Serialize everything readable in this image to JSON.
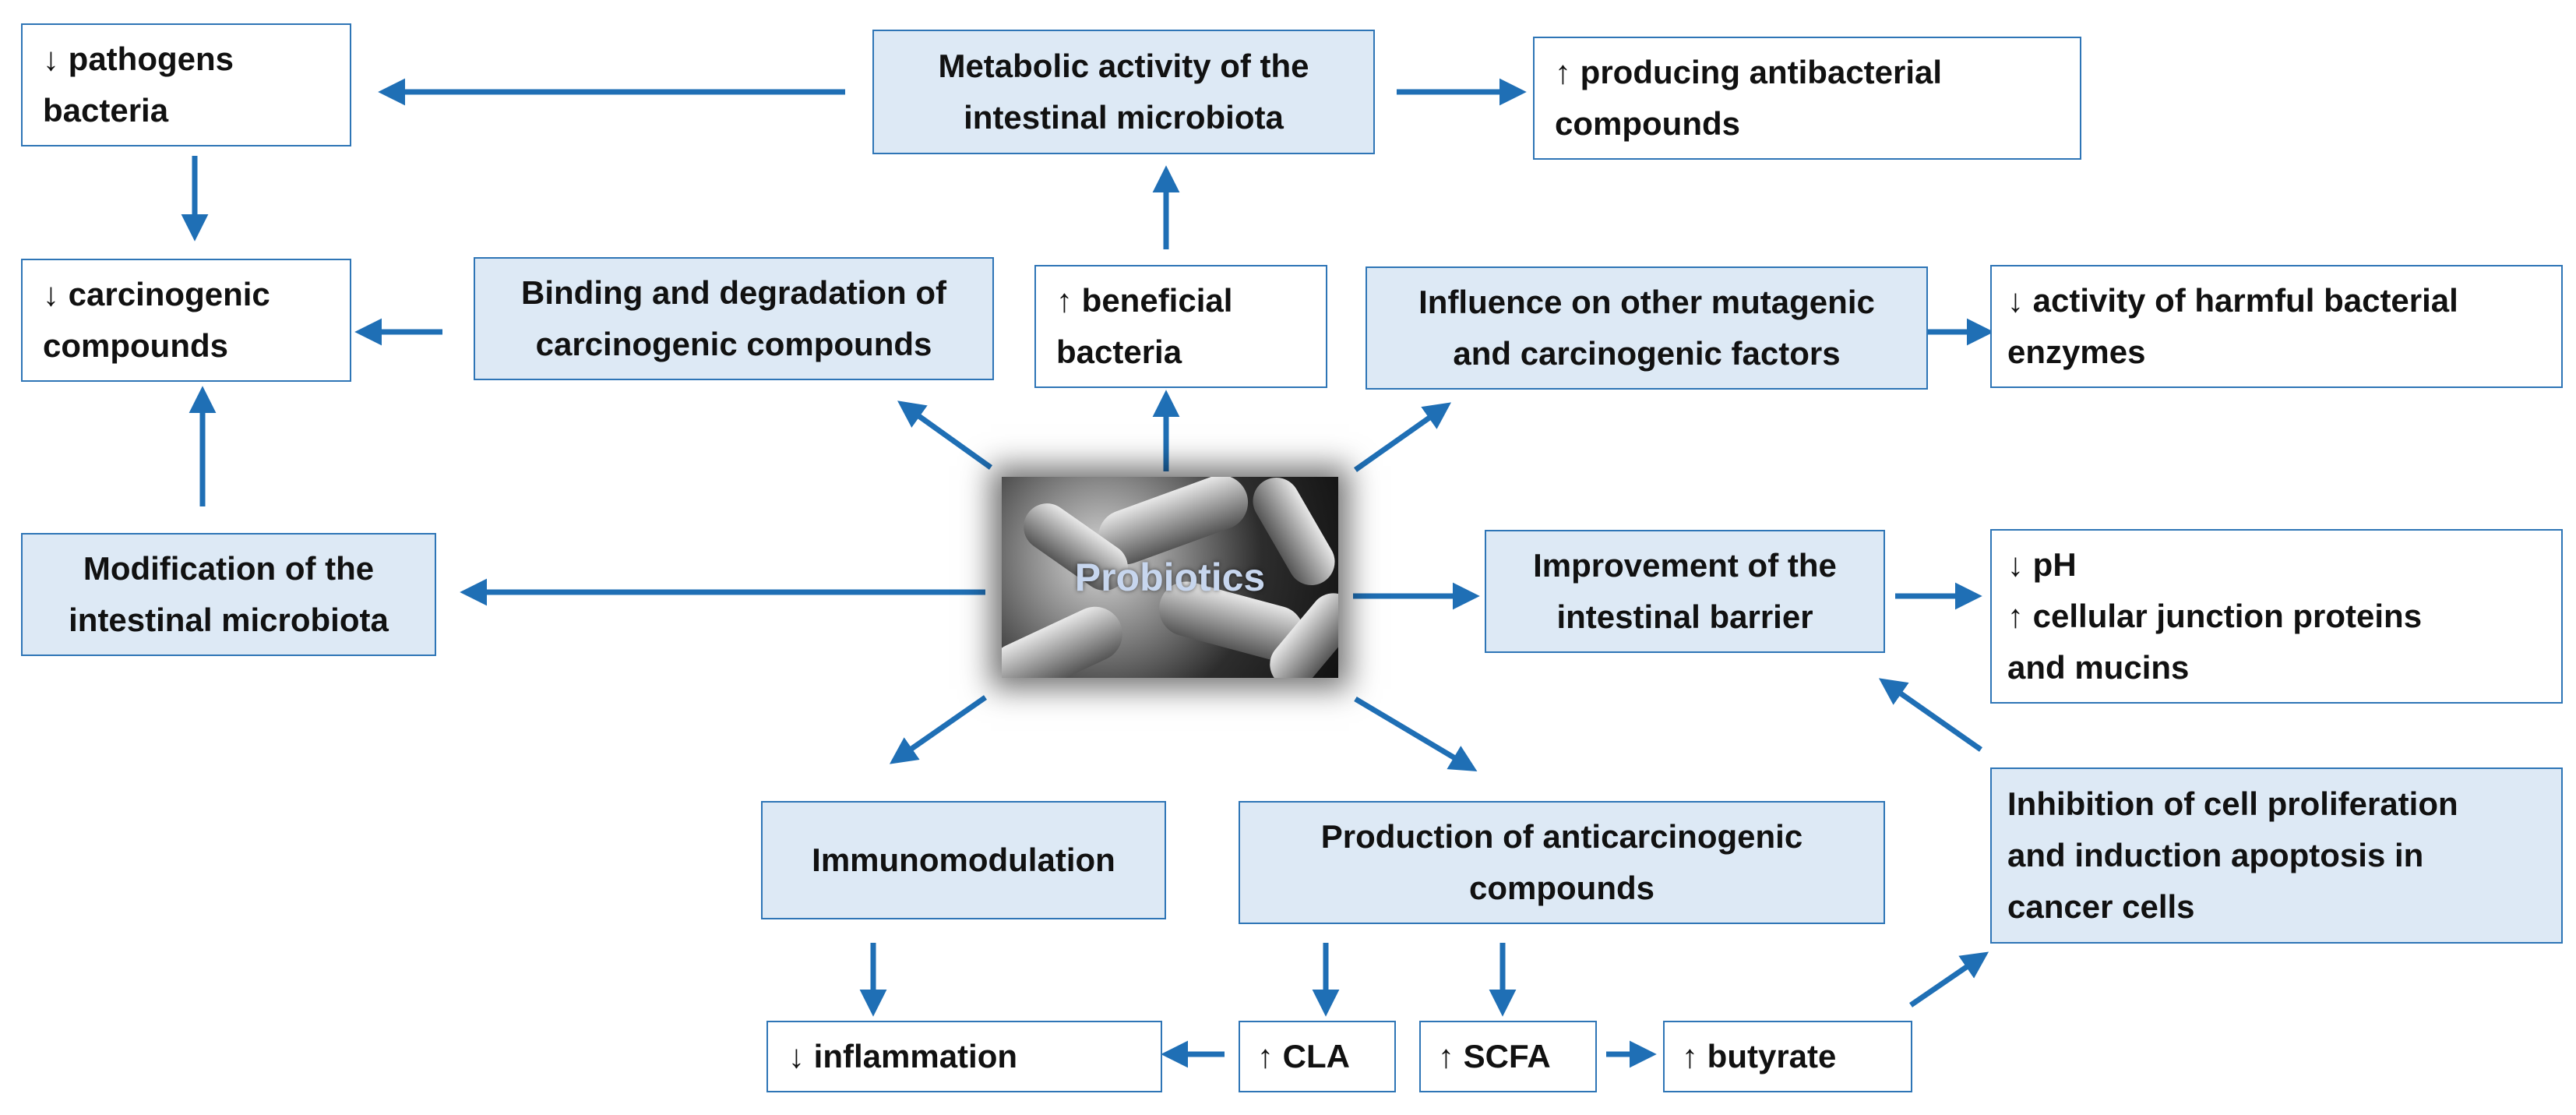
{
  "center": {
    "label": "Probiotics"
  },
  "boxes": {
    "pathogens": "↓  pathogens\nbacteria",
    "metabolic_activity": "Metabolic activity of the\nintestinal microbiota",
    "antibacterial": "↑  producing      antibacterial\n    compounds",
    "carcinogenic": "↓  carcinogenic\ncompounds",
    "binding": "Binding and degradation of\ncarcinogenic compounds",
    "beneficial": "↑  beneficial\nbacteria",
    "influence": "Influence on other mutagenic\nand carcinogenic factors",
    "harmful_enzymes": "↓ activity of harmful bacterial\n    enzymes",
    "modification": "Modification of the\nintestinal microbiota",
    "barrier": "Improvement of the\nintestinal barrier",
    "ph_junction": "↓  pH\n↑ cellular junction proteins\n    and mucins",
    "apoptosis": "Inhibition of cell proliferation\nand induction apoptosis in\ncancer cells",
    "immunomodulation": "Immunomodulation",
    "anticarcinogenic": "Production of anticarcinogenic\ncompounds",
    "inflammation": "↓  inflammation",
    "cla": "↑ CLA",
    "scfa": "↑ SCFA",
    "butyrate": "↑ butyrate"
  },
  "colors": {
    "arrow": "#1f6fb5",
    "box_border": "#2e75b6",
    "box_fill": "#dde9f5"
  }
}
